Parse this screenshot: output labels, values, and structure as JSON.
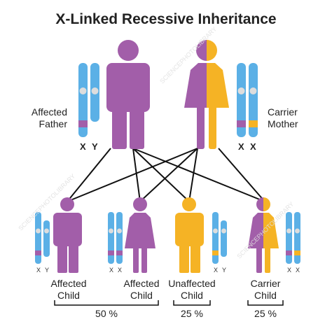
{
  "title": "X-Linked Recessive Inheritance",
  "colors": {
    "affected": "#a25ea9",
    "carrier": "#f5b325",
    "chromosome": "#5bb0e6",
    "lines": "#111111"
  },
  "parents": {
    "father": {
      "label_line1": "Affected",
      "label_line2": "Father",
      "chromosomes": [
        "X",
        "Y"
      ]
    },
    "mother": {
      "label_line1": "Carrier",
      "label_line2": "Mother",
      "chromosomes": [
        "X",
        "X"
      ]
    }
  },
  "children": [
    {
      "label_line1": "Affected",
      "label_line2": "Child",
      "chromosomes": [
        "X",
        "Y"
      ]
    },
    {
      "label_line1": "Affected",
      "label_line2": "Child",
      "chromosomes": [
        "X",
        "X"
      ]
    },
    {
      "label_line1": "Unaffected",
      "label_line2": "Child",
      "chromosomes": [
        "X",
        "Y"
      ]
    },
    {
      "label_line1": "Carrier",
      "label_line2": "Child",
      "chromosomes": [
        "X",
        "X"
      ]
    }
  ],
  "percentages": {
    "affected": "50 %",
    "unaffected": "25 %",
    "carrier": "25 %"
  },
  "watermark": "SCIENCEPHOTOLIBRARY"
}
